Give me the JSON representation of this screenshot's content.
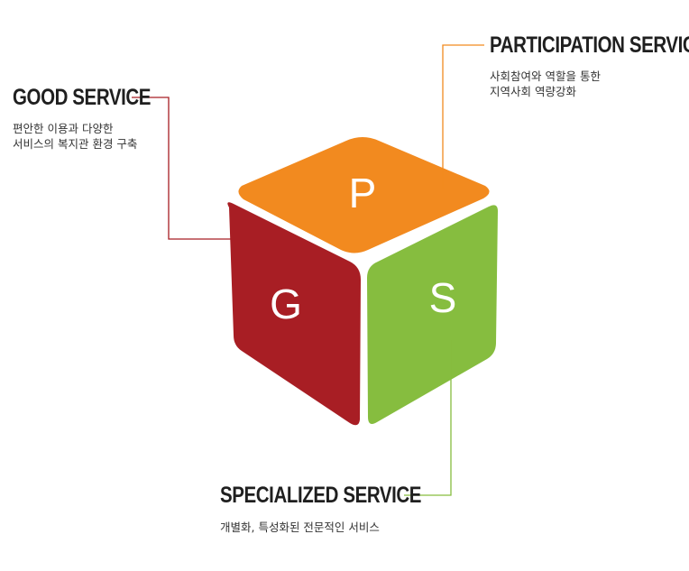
{
  "cube": {
    "top": {
      "letter": "P",
      "color": "#f28a1f"
    },
    "left": {
      "letter": "G",
      "color": "#a81e24"
    },
    "right": {
      "letter": "S",
      "color": "#86bd3f"
    }
  },
  "services": {
    "good": {
      "title": "GOOD SERVICE",
      "desc_line1": "편안한 이용과 다양한",
      "desc_line2": "서비스의 복지관 환경 구축",
      "line_color": "#a81e24"
    },
    "participation": {
      "title": "PARTICIPATION SERVICE",
      "desc_line1": "사회참여와 역할을 통한",
      "desc_line2": "지역사회 역량강화",
      "line_color": "#f28a1f"
    },
    "specialized": {
      "title": "SPECIALIZED SERVICE",
      "desc_line1": "개별화, 특성화된 전문적인 서비스",
      "line_color": "#86bd3f"
    }
  }
}
